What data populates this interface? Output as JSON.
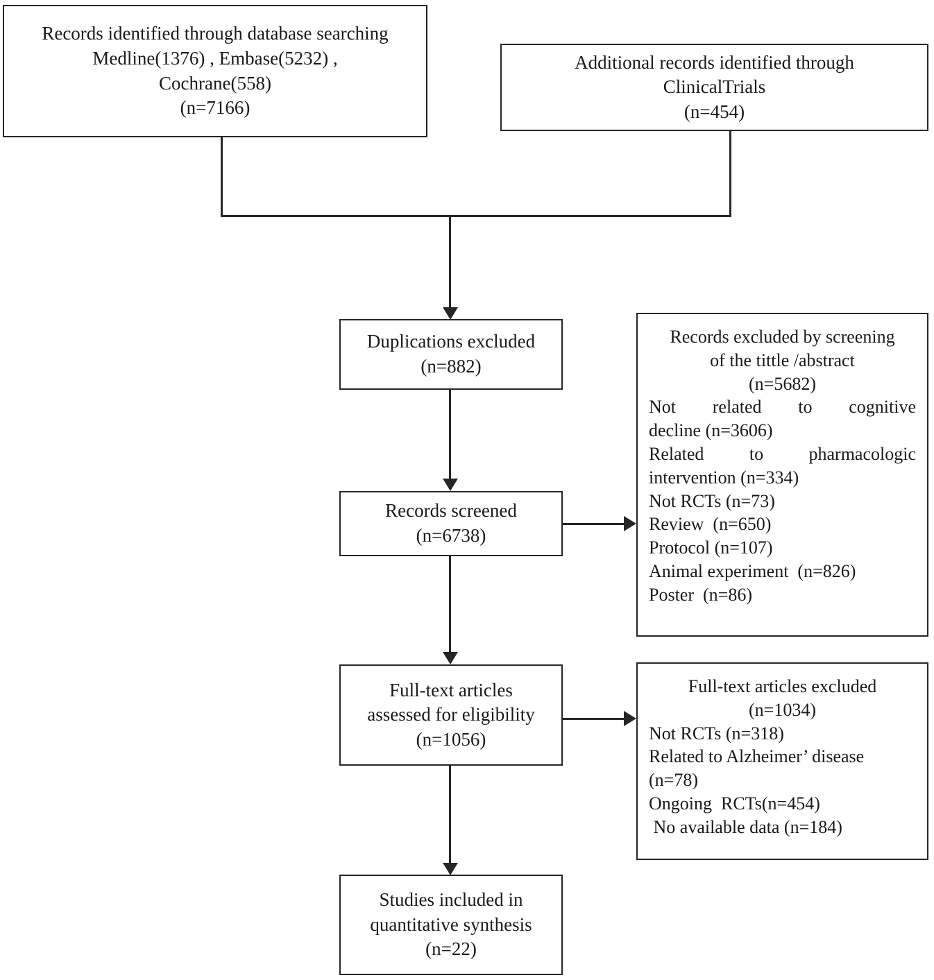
{
  "diagram": {
    "type": "prisma-flow-diagram",
    "title": "PRISMA study selection flow diagram",
    "ink_color": "#262626",
    "background": "#ffffff"
  },
  "boxes": {
    "identified_database": {
      "name": "records-identified-database",
      "lines": [
        "Records identified through database searching",
        "Medline(1376) , Embase(5232) ,",
        "Cochrane(558)",
        "(n=7166)"
      ],
      "counts": {
        "medline": 1376,
        "embase": 5232,
        "cochrane": 558,
        "total": 7166
      }
    },
    "identified_registry": {
      "name": "additional-records-clinicaltrials",
      "lines": [
        "Additional records identified through",
        "ClinicalTrials",
        "(n=454)"
      ],
      "counts": {
        "total": 454
      }
    },
    "duplications_excluded": {
      "name": "duplications-excluded",
      "lines": [
        "Duplications excluded",
        "(n=882)"
      ],
      "counts": {
        "total": 882
      }
    },
    "records_screened": {
      "name": "records-screened",
      "lines": [
        "Records screened",
        "(n=6738)"
      ],
      "counts": {
        "total": 6738
      }
    },
    "screening_excluded": {
      "name": "records-excluded-screening",
      "lines": [
        {
          "text": "Records excluded by screening",
          "style": "center"
        },
        {
          "text": "of the tittle /abstract",
          "style": "center"
        },
        {
          "text": "(n=5682)",
          "style": "center"
        },
        {
          "text": "Not related to cognitive",
          "style": "justified"
        },
        {
          "text": "decline (n=3606)",
          "style": "left"
        },
        {
          "text": "Related to pharmacologic",
          "style": "justified"
        },
        {
          "text": "intervention (n=334)",
          "style": "left"
        },
        {
          "text": "Not RCTs (n=73)",
          "style": "left"
        },
        {
          "text": "Review  (n=650)",
          "style": "left"
        },
        {
          "text": "Protocol (n=107)",
          "style": "left"
        },
        {
          "text": "Animal experiment  (n=826)",
          "style": "left"
        },
        {
          "text": "Poster  (n=86)",
          "style": "left"
        }
      ],
      "counts": {
        "total": 5682,
        "not_related_to_cognitive_decline": 3606,
        "related_to_pharmacologic_intervention": 334,
        "not_rcts": 73,
        "review": 650,
        "protocol": 107,
        "animal_experiment": 826,
        "poster": 86
      }
    },
    "fulltext_assessed": {
      "name": "full-text-articles-assessed",
      "lines": [
        "Full-text articles",
        "assessed for eligibility",
        "(n=1056)"
      ],
      "counts": {
        "total": 1056
      }
    },
    "fulltext_excluded": {
      "name": "full-text-articles-excluded",
      "lines": [
        {
          "text": "Full-text articles excluded",
          "style": "center"
        },
        {
          "text": "(n=1034)",
          "style": "center"
        },
        {
          "text": "Not RCTs (n=318)",
          "style": "left"
        },
        {
          "text": "Related to Alzheimer’ disease",
          "style": "leftwrap"
        },
        {
          "text": "(n=78)",
          "style": "left"
        },
        {
          "text": "Ongoing  RCTs(n=454)",
          "style": "left"
        },
        {
          "text": " No available data (n=184)",
          "style": "left"
        }
      ],
      "counts": {
        "total": 1034,
        "not_rcts": 318,
        "related_to_alzheimer_disease": 78,
        "ongoing_rcts": 454,
        "no_available_data": 184
      }
    },
    "included": {
      "name": "studies-included-quantitative-synthesis",
      "lines": [
        "Studies included in",
        "quantitative synthesis",
        "(n=22)"
      ],
      "counts": {
        "total": 22
      }
    }
  }
}
